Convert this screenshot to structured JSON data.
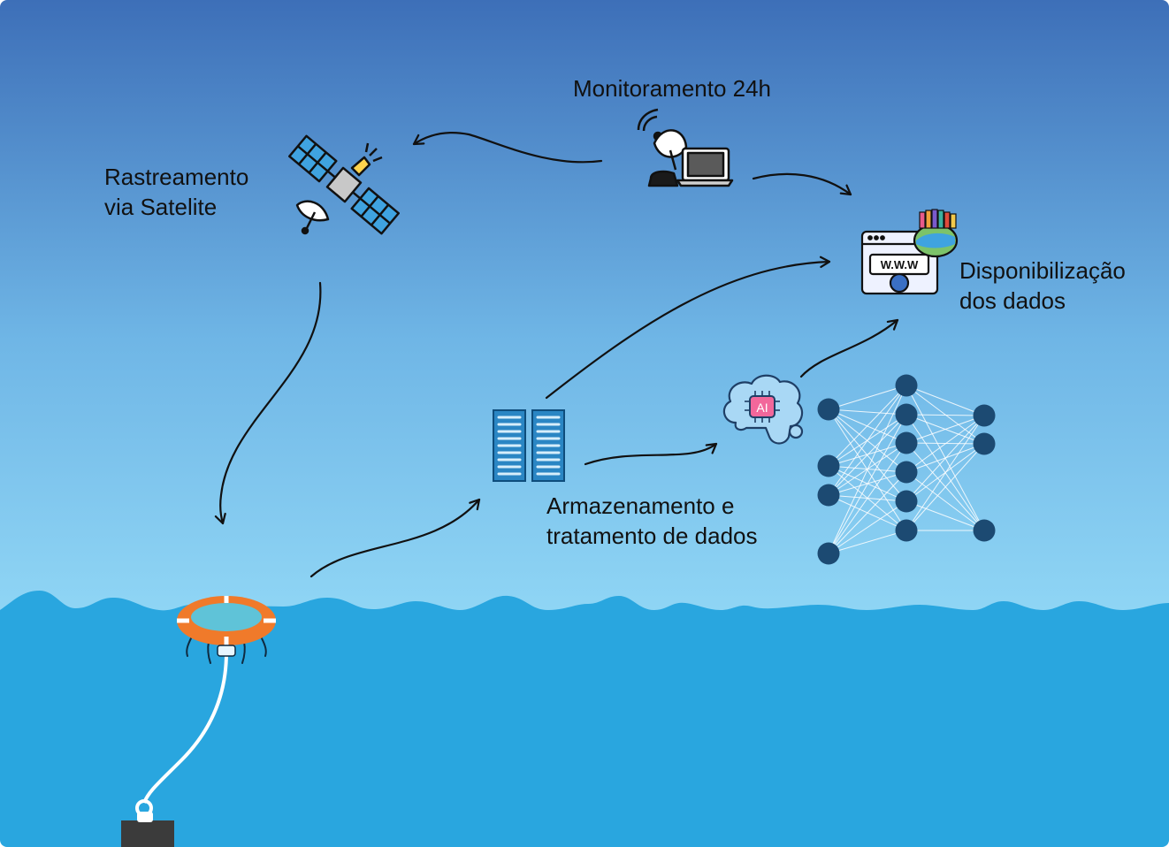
{
  "labels": {
    "monitoring": "Monitoramento 24h",
    "satellite": [
      "Rastreamento",
      "via Satelite"
    ],
    "publishing": [
      "Disponibilização",
      "dos dados"
    ],
    "storage": [
      "Armazenamento e",
      "tratamento de dados"
    ]
  },
  "icons": {
    "browser_text": "W.W.W",
    "ai_chip_text": "AI"
  },
  "colors": {
    "sky_top": "#3e72b9",
    "sky_bottom": "#8fd3f3",
    "sea": "#29a6df",
    "node": "#1c4a72",
    "buoy": "#f07a2a",
    "server": "#2a86c4"
  }
}
